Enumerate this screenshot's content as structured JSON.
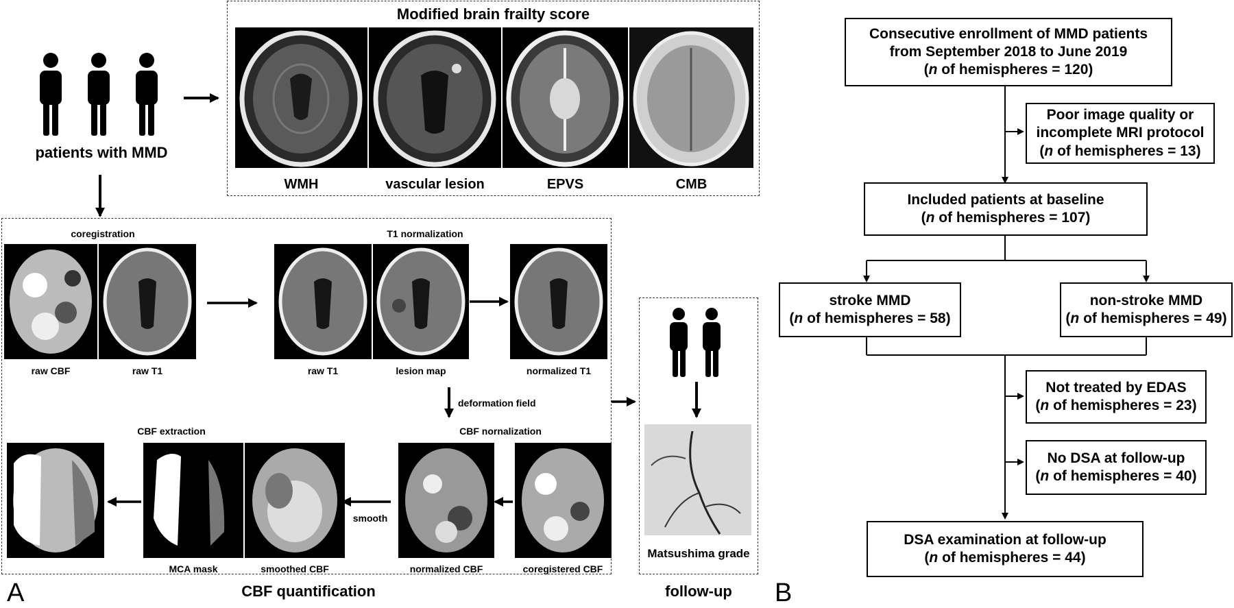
{
  "panel_a": {
    "letter": "A",
    "patients_label": "patients with MMD",
    "frailty": {
      "title": "Modified brain frailty score",
      "labels": [
        "WMH",
        "vascular lesion",
        "EPVS",
        "CMB"
      ]
    },
    "cbf": {
      "title": "CBF quantification",
      "coregistration": "coregistration",
      "raw_cbf": "raw CBF",
      "raw_t1_left": "raw T1",
      "t1_normalization": "T1 normalization",
      "raw_t1": "raw T1",
      "lesion_map": "lesion map",
      "normalized_t1": "normalized T1",
      "deformation_field": "deformation field",
      "cbf_normalization": "CBF nornalization",
      "cbf_extraction": "CBF extraction",
      "mca_mask": "MCA mask",
      "smoothed_cbf": "smoothed CBF",
      "smooth": "smooth",
      "normalized_cbf": "normalized CBF",
      "coregistered_cbf": "coregistered CBF"
    },
    "followup": {
      "title": "follow-up",
      "grade": "Matsushima grade"
    }
  },
  "panel_b": {
    "letter": "B",
    "boxes": {
      "enroll": [
        "Consecutive enrollment of MMD patients",
        "from September 2018 to June 2019",
        "of hemispheres = 120)"
      ],
      "poor": [
        "Poor image quality or",
        "incomplete MRI protocol",
        "of hemispheres = 13)"
      ],
      "included": [
        "Included patients at baseline",
        "of hemispheres = 107)"
      ],
      "stroke": [
        "stroke MMD",
        "of hemispheres = 58)"
      ],
      "nonstroke": [
        "non-stroke MMD",
        "of hemispheres = 49)"
      ],
      "edas": [
        "Not treated by EDAS",
        "of hemispheres = 23)"
      ],
      "nodsa": [
        "No DSA at follow-up",
        "of hemispheres = 40)"
      ],
      "dsa": [
        "DSA examination at follow-up",
        "of hemispheres = 44)"
      ]
    },
    "n_prefix": "(",
    "n_symbol": "n"
  }
}
